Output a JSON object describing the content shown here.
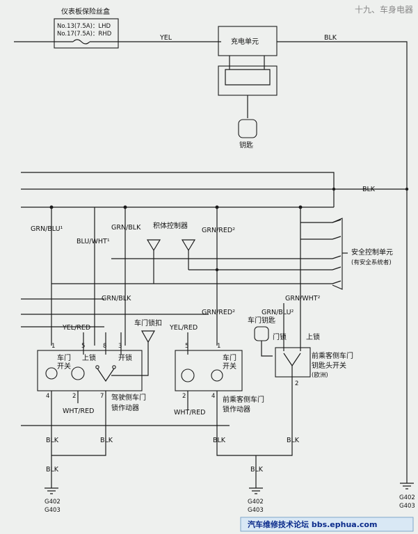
{
  "header": {
    "text": "十九、车身电器"
  },
  "fuse_box": {
    "title": "仪表板保险丝盒",
    "line1": "No.13(7.5A)：LHD",
    "line2": "No.17(7.5A)：RHD"
  },
  "charging_unit": {
    "label": "充电单元"
  },
  "key": {
    "label": "钥匙"
  },
  "wires": {
    "yel": "YEL",
    "blk": "BLK",
    "grn_blu": "GRN/BLU¹",
    "blu_wht": "BLU/WHT¹",
    "grn_blk": "GRN/BLK",
    "grn_red": "GRN/RED²",
    "yel_red": "YEL/RED",
    "wht_red": "WHT/RED",
    "grn_blu2": "GRN/BLU²",
    "grn_wht": "GRN/WHT²"
  },
  "body_controller": {
    "label": "积体控制器"
  },
  "safety_unit": {
    "line1": "安全控制单元",
    "line2": "(有安全系统者)"
  },
  "door_lock_knob": {
    "label": "车门锁扣"
  },
  "door_key": {
    "label": "车门钥匙"
  },
  "driver_actuator": {
    "door_switch_1": "车门",
    "door_switch_2": "开关",
    "lock": "上锁",
    "unlock": "开锁",
    "name_1": "驾驶侧车门",
    "name_2": "锁作动器"
  },
  "passenger_actuator": {
    "door_switch_1": "车门",
    "door_switch_2": "开关",
    "name_1": "前乘客侧车门",
    "name_2": "锁作动器"
  },
  "key_switch": {
    "door_lock": "门锁",
    "lock": "上锁",
    "name_1": "前乘客侧车门",
    "name_2": "钥匙头开关",
    "name_3": "(欧洲)"
  },
  "pins": {
    "p1": "1",
    "p2": "2",
    "p3": "3",
    "p4": "4",
    "p5": "5",
    "p7": "7",
    "p8": "8"
  },
  "grounds": {
    "g1": "G402",
    "g2": "G403"
  },
  "banner": {
    "text": "汽车维修技术论坛 bbs.ephua.com"
  }
}
